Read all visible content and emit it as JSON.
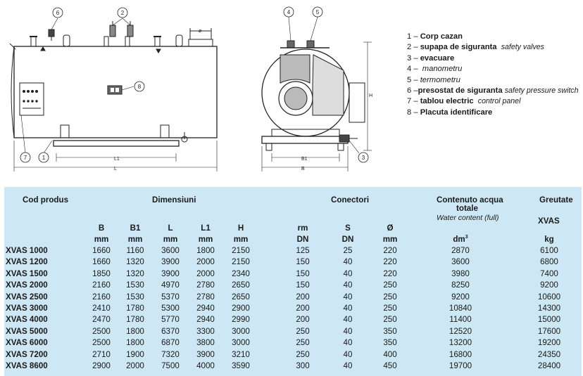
{
  "callouts": [
    "1",
    "2",
    "3",
    "4",
    "5",
    "6",
    "7",
    "8"
  ],
  "dimension_labels": {
    "phi": "ø",
    "L1": "L1",
    "L": "L",
    "H": "H",
    "B1": "B1",
    "B": "B"
  },
  "legend": [
    {
      "num": "1",
      "ro": "Corp cazan",
      "en": ""
    },
    {
      "num": "2",
      "ro": "supapa de siguranta",
      "en": "safety valves"
    },
    {
      "num": "3",
      "ro": "evacuare",
      "en": ""
    },
    {
      "num": "4",
      "ro": "manometru",
      "en": "",
      "ro_italic": true
    },
    {
      "num": "5",
      "ro": "termometru",
      "en": "",
      "ro_italic": true
    },
    {
      "num": "6",
      "ro": "presostat de siguranta",
      "en": "safety pressure switch"
    },
    {
      "num": "7",
      "ro": "tablou electric",
      "en": "control panel"
    },
    {
      "num": "8",
      "ro": "Placuta identificare",
      "en": ""
    }
  ],
  "table": {
    "headers": {
      "model": "Cod produs",
      "dimensions": "Dimensiuni",
      "connectors": "Conectori",
      "water_line1": "Contenuto acqua",
      "water_line2": "totale",
      "water_en": "Water content (full)",
      "weight": "Greutate",
      "weight_sub": "XVAS"
    },
    "columns": [
      {
        "name": "B",
        "unit": "mm"
      },
      {
        "name": "B1",
        "unit": "mm"
      },
      {
        "name": "L",
        "unit": "mm"
      },
      {
        "name": "L1",
        "unit": "mm"
      },
      {
        "name": "H",
        "unit": "mm"
      },
      {
        "name": "rm",
        "unit": "DN"
      },
      {
        "name": "S",
        "unit": "DN"
      },
      {
        "name": "Ø",
        "unit": "mm"
      },
      {
        "name": "",
        "unit": "dm"
      },
      {
        "name": "",
        "unit": "kg"
      }
    ],
    "unit_sup": "3",
    "rows": [
      [
        "XVAS 1000",
        "1660",
        "1160",
        "3600",
        "1800",
        "2150",
        "125",
        "25",
        "220",
        "2870",
        "6100"
      ],
      [
        "XVAS 1200",
        "1660",
        "1320",
        "3900",
        "2000",
        "2150",
        "150",
        "40",
        "220",
        "3600",
        "6800"
      ],
      [
        "XVAS 1500",
        "1850",
        "1320",
        "3900",
        "2000",
        "2340",
        "150",
        "40",
        "220",
        "3980",
        "7400"
      ],
      [
        "XVAS 2000",
        "2160",
        "1530",
        "4970",
        "2780",
        "2650",
        "150",
        "40",
        "250",
        "8250",
        "9200"
      ],
      [
        "XVAS 2500",
        "2160",
        "1530",
        "5370",
        "2780",
        "2650",
        "200",
        "40",
        "250",
        "9200",
        "10600"
      ],
      [
        "XVAS 3000",
        "2410",
        "1780",
        "5300",
        "2940",
        "2900",
        "200",
        "40",
        "250",
        "10840",
        "14300"
      ],
      [
        "XVAS 4000",
        "2470",
        "1780",
        "5770",
        "2940",
        "2990",
        "200",
        "40",
        "250",
        "11400",
        "15000"
      ],
      [
        "XVAS 5000",
        "2500",
        "1800",
        "6370",
        "3300",
        "3000",
        "250",
        "40",
        "350",
        "12520",
        "17600"
      ],
      [
        "XVAS 6000",
        "2500",
        "1800",
        "6870",
        "3800",
        "3000",
        "250",
        "40",
        "350",
        "13200",
        "19200"
      ],
      [
        "XVAS 7200",
        "2710",
        "1900",
        "7320",
        "3900",
        "3210",
        "250",
        "40",
        "400",
        "16800",
        "24350"
      ],
      [
        "XVAS 8600",
        "2900",
        "2000",
        "7500",
        "4000",
        "3590",
        "300",
        "40",
        "450",
        "19700",
        "28400"
      ]
    ]
  }
}
